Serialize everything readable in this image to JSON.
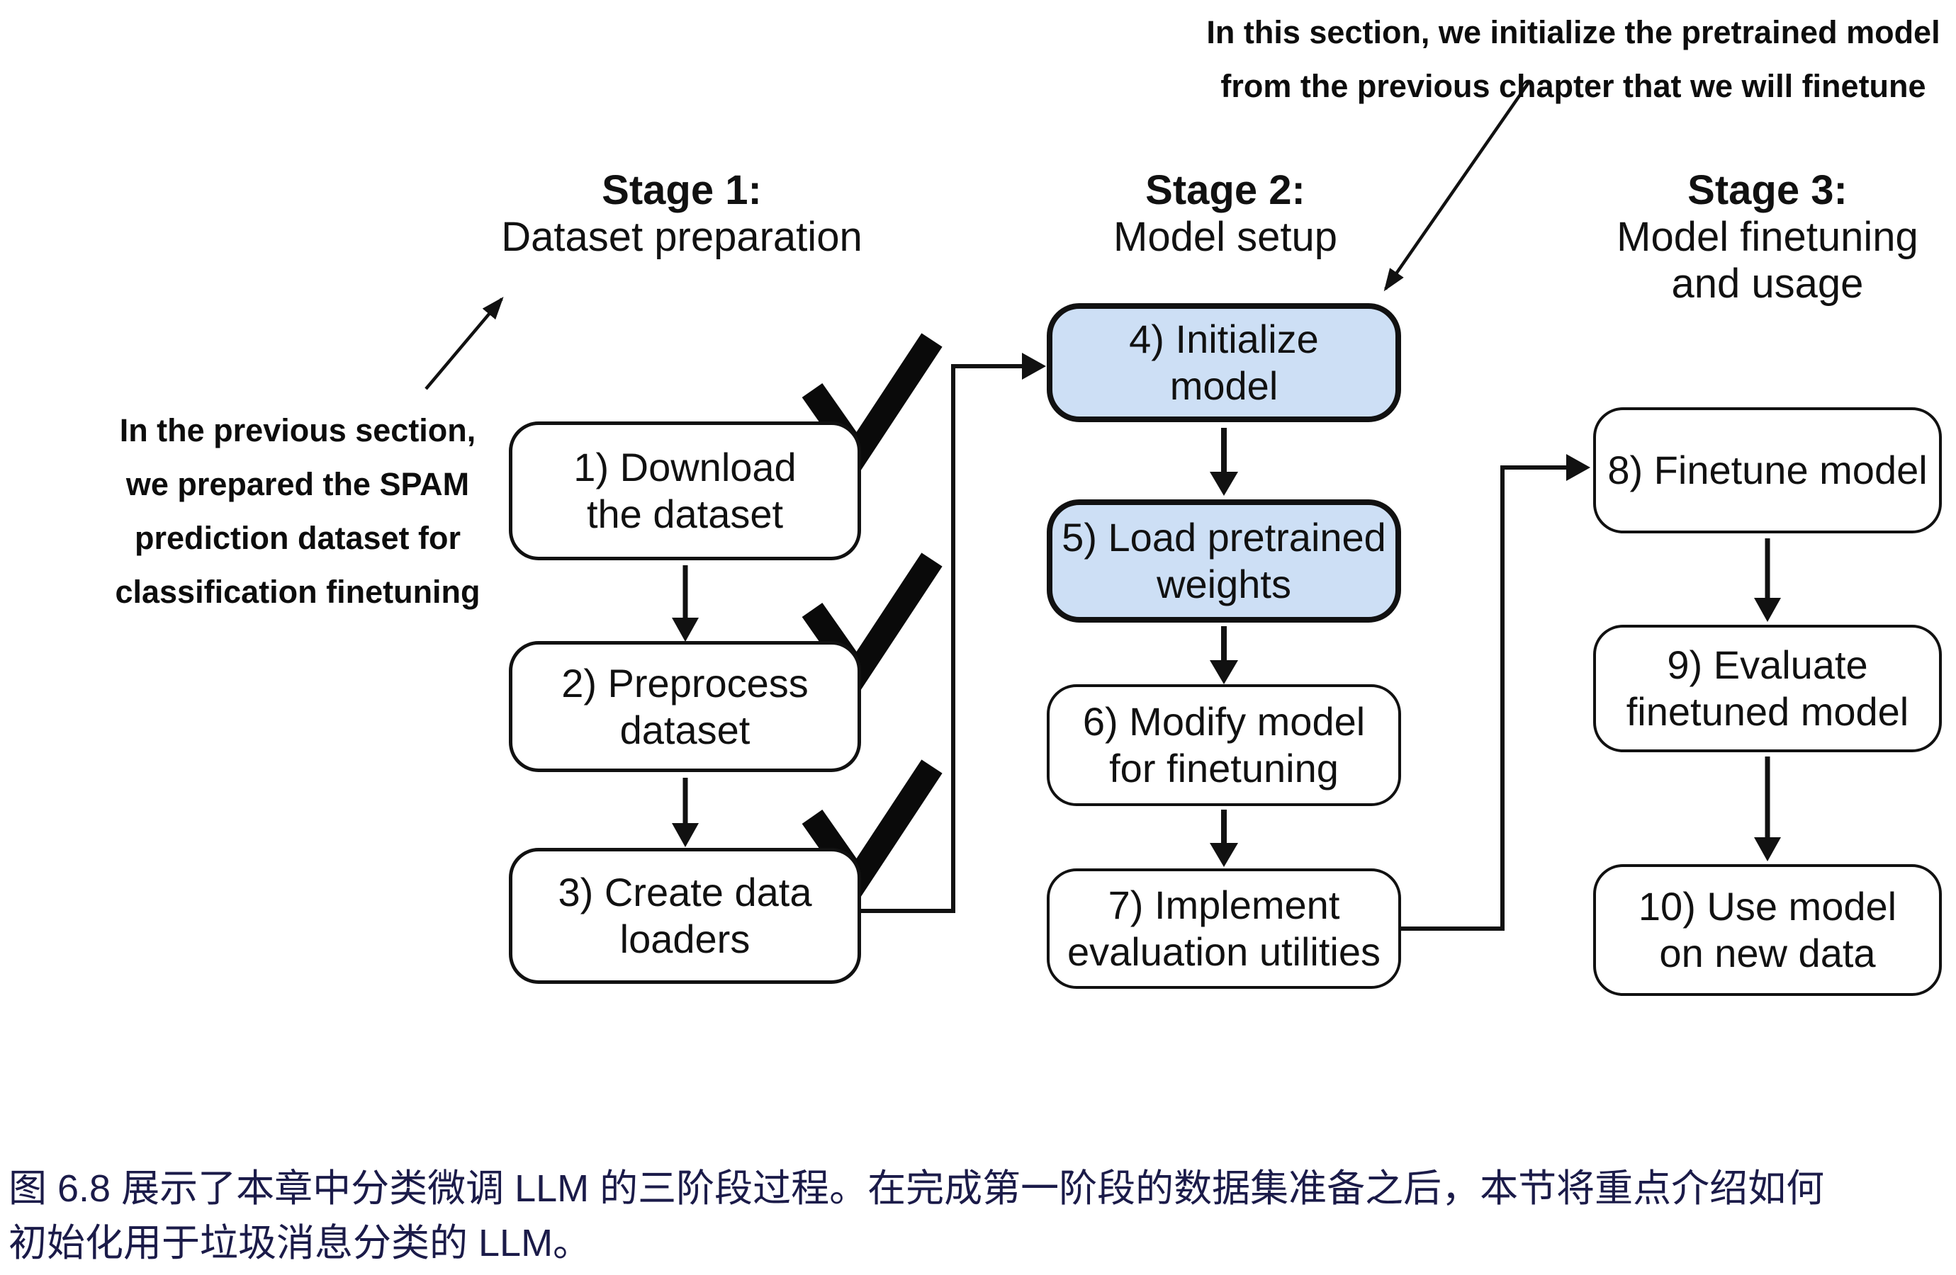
{
  "figure": {
    "top_annotation": {
      "line1": "In this section, we initialize the pretrained model",
      "line2": "from the previous chapter that we will finetune"
    },
    "left_annotation": {
      "line1": "In the previous section,",
      "line2": "we prepared the SPAM",
      "line3": "prediction dataset for",
      "line4": "classification finetuning"
    },
    "stages": [
      {
        "title": "Stage 1:",
        "subtitle": "Dataset preparation",
        "subtitle2": ""
      },
      {
        "title": "Stage 2:",
        "subtitle": "Model setup",
        "subtitle2": ""
      },
      {
        "title": "Stage 3:",
        "subtitle": "Model finetuning",
        "subtitle2": "and usage"
      }
    ],
    "boxes": [
      {
        "line1": "1) Download",
        "line2": "the dataset",
        "checked": true,
        "highlighted": false
      },
      {
        "line1": "2) Preprocess",
        "line2": "dataset",
        "checked": true,
        "highlighted": false
      },
      {
        "line1": "3) Create data",
        "line2": "loaders",
        "checked": true,
        "highlighted": false
      },
      {
        "line1": "4) Initialize",
        "line2": "model",
        "checked": false,
        "highlighted": true
      },
      {
        "line1": "5) Load pretrained",
        "line2": "weights",
        "checked": false,
        "highlighted": true
      },
      {
        "line1": "6) Modify model",
        "line2": "for finetuning",
        "checked": false,
        "highlighted": false
      },
      {
        "line1": "7) Implement",
        "line2": "evaluation utilities",
        "checked": false,
        "highlighted": false
      },
      {
        "line1": "8) Finetune model",
        "line2": "",
        "checked": false,
        "highlighted": false
      },
      {
        "line1": "9) Evaluate",
        "line2": "finetuned model",
        "checked": false,
        "highlighted": false
      },
      {
        "line1": "10) Use model",
        "line2": "on new data",
        "checked": false,
        "highlighted": false
      }
    ],
    "checkmark_icon": "check-mark"
  },
  "caption": {
    "line1": "图 6.8 展示了本章中分类微调 LLM 的三阶段过程。在完成第一阶段的数据集准备之后，本节将重点介绍如何",
    "line2": "初始化用于垃圾消息分类的 LLM。"
  },
  "colors": {
    "highlight_fill": "#cddff5",
    "box_fill": "#ffffff",
    "border": "#111111",
    "diagram_text": "#111111",
    "caption_text": "#1b1b49"
  }
}
